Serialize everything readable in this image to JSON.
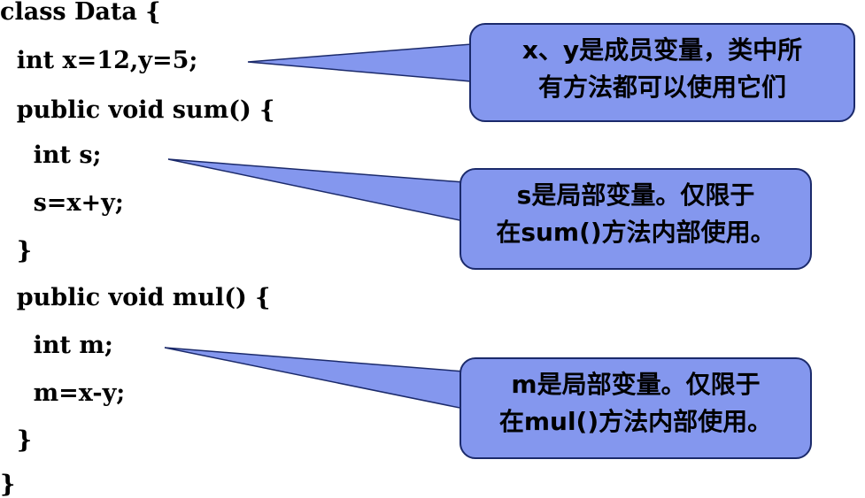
{
  "code": {
    "lines": [
      "class Data {",
      "  int x=12,y=5;",
      "  public void sum() {",
      "    int s;",
      "    s=x+y;",
      "  }",
      "  public void mul() {",
      "    int m;",
      "    m=x-y;",
      "  }",
      "}"
    ]
  },
  "callouts": {
    "xy": {
      "line1": "x、y是成员变量，类中所",
      "line2": "有方法都可以使用它们"
    },
    "s": {
      "line1": "s是局部变量。仅限于",
      "line2": "在sum()方法内部使用。"
    },
    "m": {
      "line1": "m是局部变量。仅限于",
      "line2": "在mul()方法内部使用。"
    }
  },
  "colors": {
    "callout_fill": "#8497ee",
    "callout_border": "#1b2a6b"
  }
}
